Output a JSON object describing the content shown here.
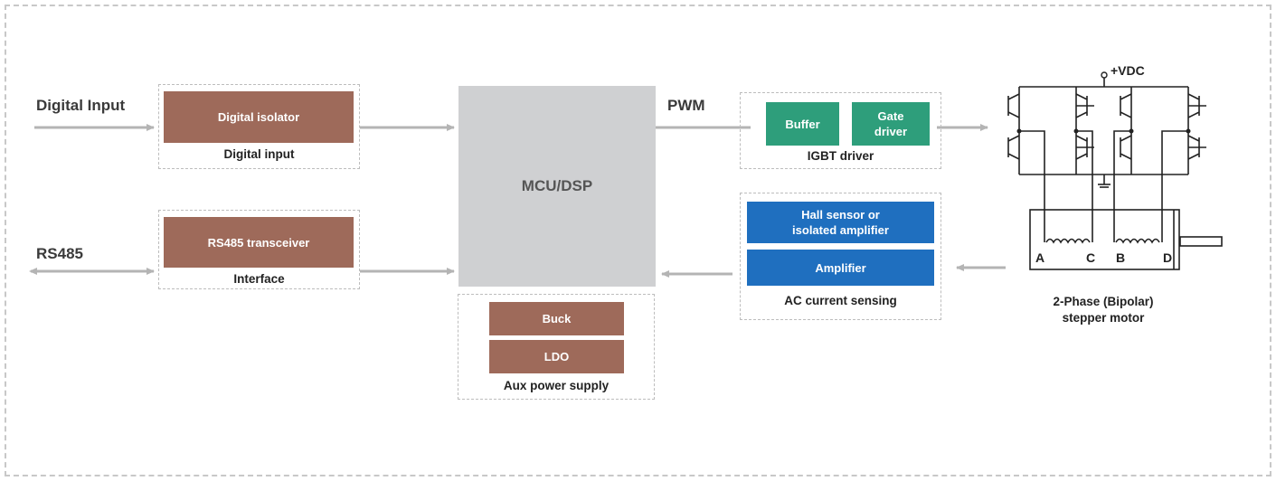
{
  "signals": {
    "digital_input": "Digital Input",
    "pwm": "PWM",
    "rs485": "RS485"
  },
  "digital_input_group": {
    "block": "Digital isolator",
    "caption": "Digital input"
  },
  "interface_group": {
    "block": "RS485 transceiver",
    "caption": "Interface"
  },
  "mcu": {
    "label": "MCU/DSP"
  },
  "aux_power": {
    "blocks": [
      "Buck",
      "LDO"
    ],
    "caption": "Aux power supply"
  },
  "igbt_driver": {
    "buffer": "Buffer",
    "gate_driver_line1": "Gate",
    "gate_driver_line2": "driver",
    "caption": "IGBT driver"
  },
  "current_sensing": {
    "hall_line1": "Hall sensor or",
    "hall_line2": "isolated amplifier",
    "amplifier": "Amplifier",
    "caption": "AC current sensing"
  },
  "motor": {
    "supply": "+VDC",
    "terminals": [
      "A",
      "C",
      "B",
      "D"
    ],
    "caption_line1": "2-Phase (Bipolar)",
    "caption_line2": "stepper motor"
  },
  "colors": {
    "brown": "#9e6a5a",
    "green": "#2e9e7b",
    "blue": "#1f6fbf",
    "mcu_gray": "#cfd0d2",
    "arrow_gray": "#b4b4b4"
  }
}
